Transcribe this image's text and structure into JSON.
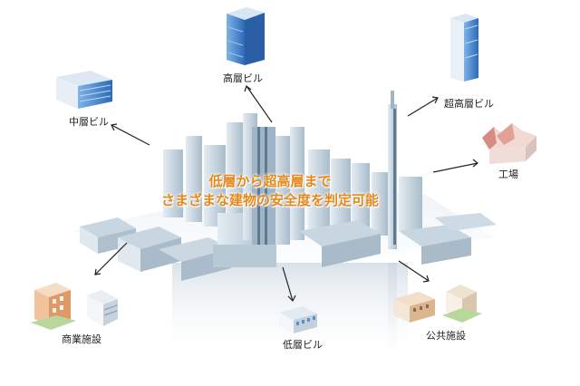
{
  "headline": {
    "line1": "低層から超高層まで",
    "line2": "さまざまな建物の安全度を判定可能"
  },
  "labels": {
    "high_rise": "高層ビル",
    "super_high_rise": "超高層ビル",
    "mid_rise": "中層ビル",
    "factory": "工場",
    "commercial": "商業施設",
    "low_rise": "低層ビル",
    "public": "公共施設"
  },
  "icons": {
    "high_rise": "blue-glass-tower-icon",
    "super_high_rise": "blue-skyscraper-icon",
    "mid_rise": "blue-office-building-icon",
    "factory": "factory-sawtooth-roof-icon",
    "commercial": "shopping-building-icon",
    "low_rise": "small-office-icon",
    "public": "public-facility-icon"
  },
  "colors": {
    "headline": "#e6891c",
    "city": "#b9cbd8",
    "glass": "#3d7fc9"
  }
}
